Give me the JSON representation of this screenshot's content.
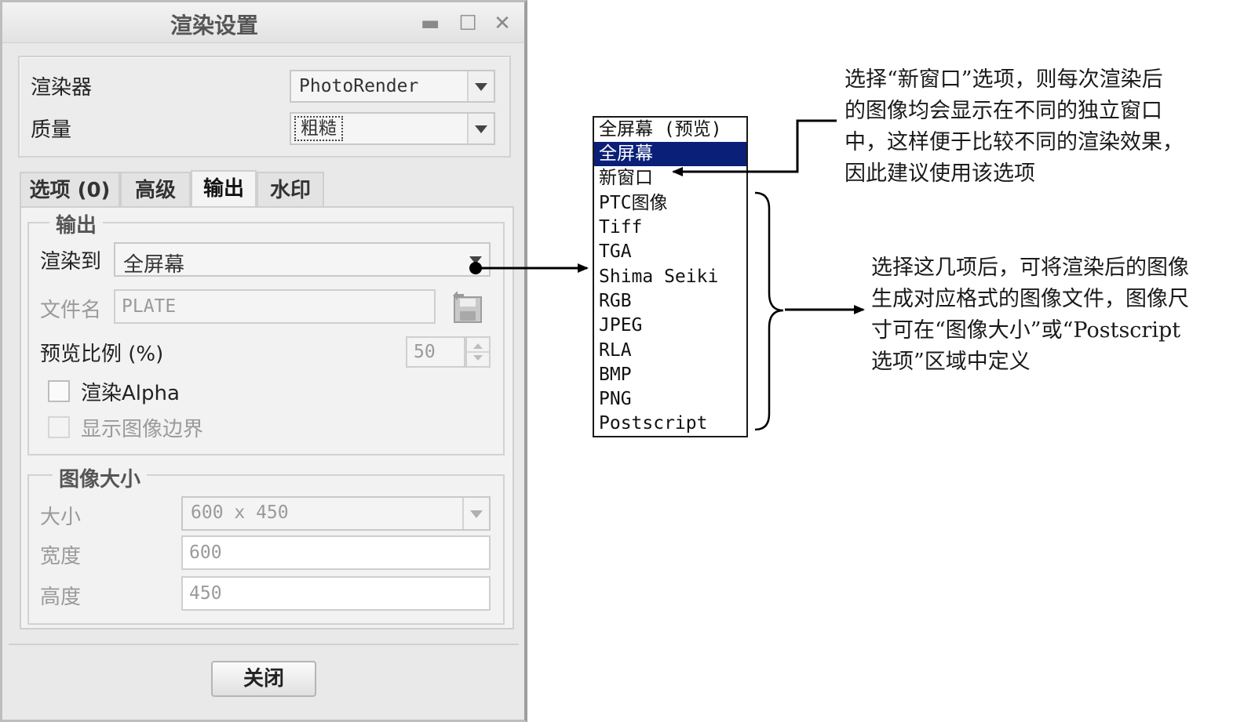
{
  "dialog": {
    "title": "渲染设置",
    "window_controls": {
      "minimize": "▬",
      "maximize": "☐",
      "close": "✕"
    },
    "renderer_label": "渲染器",
    "renderer_value": "PhotoRender",
    "quality_label": "质量",
    "quality_value": "粗糙",
    "tabs": [
      {
        "label": "选项 (0)"
      },
      {
        "label": "高级"
      },
      {
        "label": "输出",
        "active": true
      },
      {
        "label": "水印"
      }
    ],
    "output": {
      "legend": "输出",
      "render_to_label": "渲染到",
      "render_to_value": "全屏幕",
      "filename_label": "文件名",
      "filename_value": "PLATE",
      "preview_ratio_label": "预览比例 (%)",
      "preview_ratio_value": "50",
      "render_alpha_label": "渲染Alpha",
      "show_border_label": "显示图像边界"
    },
    "image_size": {
      "legend": "图像大小",
      "size_label": "大小",
      "size_value": "600 x 450",
      "width_label": "宽度",
      "width_value": "600",
      "height_label": "高度",
      "height_value": "450"
    },
    "close_button": "关闭"
  },
  "dropdown": {
    "items": [
      "全屏幕 (预览)",
      "全屏幕",
      "新窗口",
      "PTC图像",
      "Tiff",
      "TGA",
      "Shima Seiki",
      "RGB",
      "JPEG",
      "RLA",
      "BMP",
      "PNG",
      "Postscript"
    ],
    "selected_index": 1
  },
  "annotations": {
    "new_window_note": [
      "选择“新窗口”选项，则每次渲染后",
      "的图像均会显示在不同的独立窗口",
      "中，这样便于比较不同的渲染效果，",
      "因此建议使用该选项"
    ],
    "formats_note": [
      "选择这几项后，可将渲染后的图像",
      "生成对应格式的图像文件，图像尺",
      "寸可在“图像大小”或“Postscript",
      "选项”区域中定义"
    ]
  },
  "colors": {
    "selection": "#0a1f78",
    "dialog_bg": "#e9e9e9"
  }
}
